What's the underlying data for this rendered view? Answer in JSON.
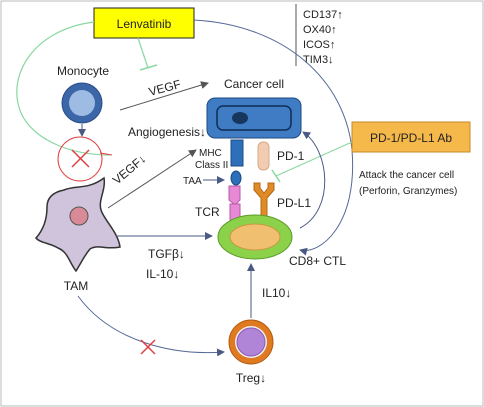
{
  "drug_boxes": {
    "lenvatinib": "Lenvatinib",
    "pd1_ab": "PD-1/PD-L1 Ab"
  },
  "cells": {
    "monocyte": "Monocyte",
    "cancer_cell": "Cancer cell",
    "tam": "TAM",
    "cd8_ctl": "CD8+ CTL",
    "treg": "Treg↓"
  },
  "markers": [
    "CD137↑",
    "OX40↑",
    "ICOS↑",
    "TIM3↓"
  ],
  "labels": {
    "vegf_top": "VEGF",
    "angiogenesis": "Angiogenesis↓",
    "vegf_down": "VEGF↓",
    "mhc": "MHC",
    "class2": "Class II",
    "taa": "TAA",
    "tcr": "TCR",
    "pd1": "PD-1",
    "pdl1": "PD-L1",
    "attack_line1": "Attack the cancer cell",
    "attack_line2": "(Perforin, Granzymes)",
    "tgfb": "TGFβ↓",
    "il10_tam": "IL-10↓",
    "il10_treg": "IL10↓"
  },
  "colors": {
    "lenvatinib_box": "#ffff00",
    "pd1_box": "#f5b84a",
    "cancer_cell": "#3f7cc4",
    "cd8_outer": "#8bd14a",
    "cd8_inner": "#f0c070",
    "tam": "#cfc4db",
    "treg_inner": "#b084d6",
    "treg_ring": "#e07a20",
    "monocyte": "#3b66a8",
    "inhibit_red": "#e04040",
    "green_line": "#88d8a0",
    "navy_line": "#556a98"
  }
}
